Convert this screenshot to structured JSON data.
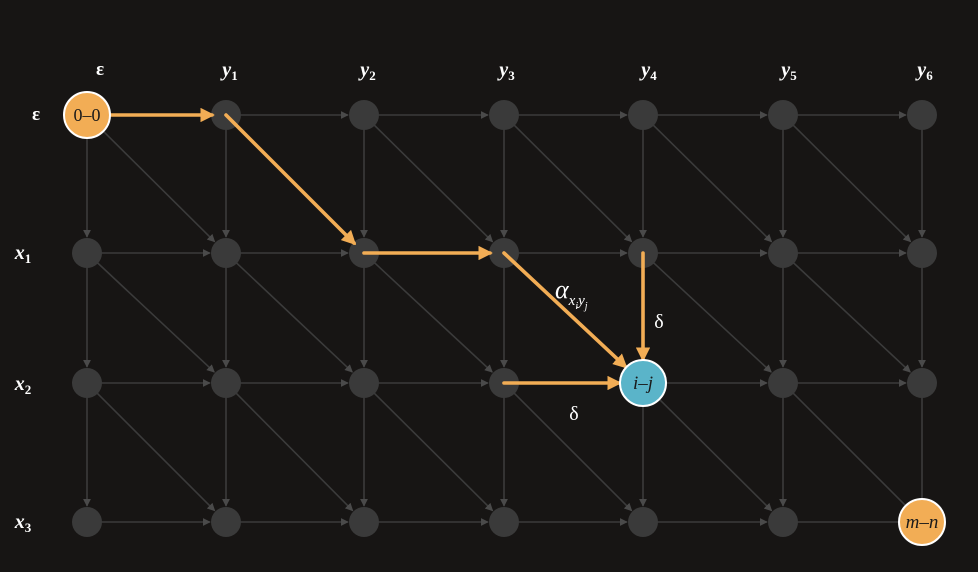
{
  "column_headers": [
    {
      "base": "ε",
      "sub": ""
    },
    {
      "base": "y",
      "sub": "1"
    },
    {
      "base": "y",
      "sub": "2"
    },
    {
      "base": "y",
      "sub": "3"
    },
    {
      "base": "y",
      "sub": "4"
    },
    {
      "base": "y",
      "sub": "5"
    },
    {
      "base": "y",
      "sub": "6"
    }
  ],
  "row_headers": [
    {
      "base": "ε",
      "sub": ""
    },
    {
      "base": "x",
      "sub": "1"
    },
    {
      "base": "x",
      "sub": "2"
    },
    {
      "base": "x",
      "sub": "3"
    }
  ],
  "special_nodes": {
    "start": {
      "text": "0–0",
      "row": 0,
      "col": 0,
      "fill": "#f2ad55"
    },
    "current": {
      "text": "i–j",
      "row": 2,
      "col": 4,
      "fill": "#5ab4c9"
    },
    "end": {
      "text": "m–n",
      "row": 3,
      "col": 6,
      "fill": "#f2ad55"
    }
  },
  "path_edges": [
    {
      "from": [
        0,
        0
      ],
      "to": [
        0,
        1
      ]
    },
    {
      "from": [
        0,
        1
      ],
      "to": [
        1,
        2
      ]
    },
    {
      "from": [
        1,
        2
      ],
      "to": [
        1,
        3
      ]
    },
    {
      "from": [
        1,
        3
      ],
      "to": [
        2,
        4
      ]
    },
    {
      "from": [
        1,
        4
      ],
      "to": [
        2,
        4
      ]
    },
    {
      "from": [
        2,
        3
      ],
      "to": [
        2,
        4
      ]
    }
  ],
  "edge_labels": {
    "alpha": {
      "symbol": "α",
      "sub1": "x",
      "sub1_sub": "i",
      "sub2": "y",
      "sub2_sub": "j"
    },
    "delta_vertical": "δ",
    "delta_horizontal": "δ"
  },
  "colors": {
    "background": "#171514",
    "grid_line": "#3b3b3b",
    "node": "#3a3a3a",
    "path": "#f2ad55",
    "text": "#ffffff",
    "node_text": "#1a1a1a"
  }
}
